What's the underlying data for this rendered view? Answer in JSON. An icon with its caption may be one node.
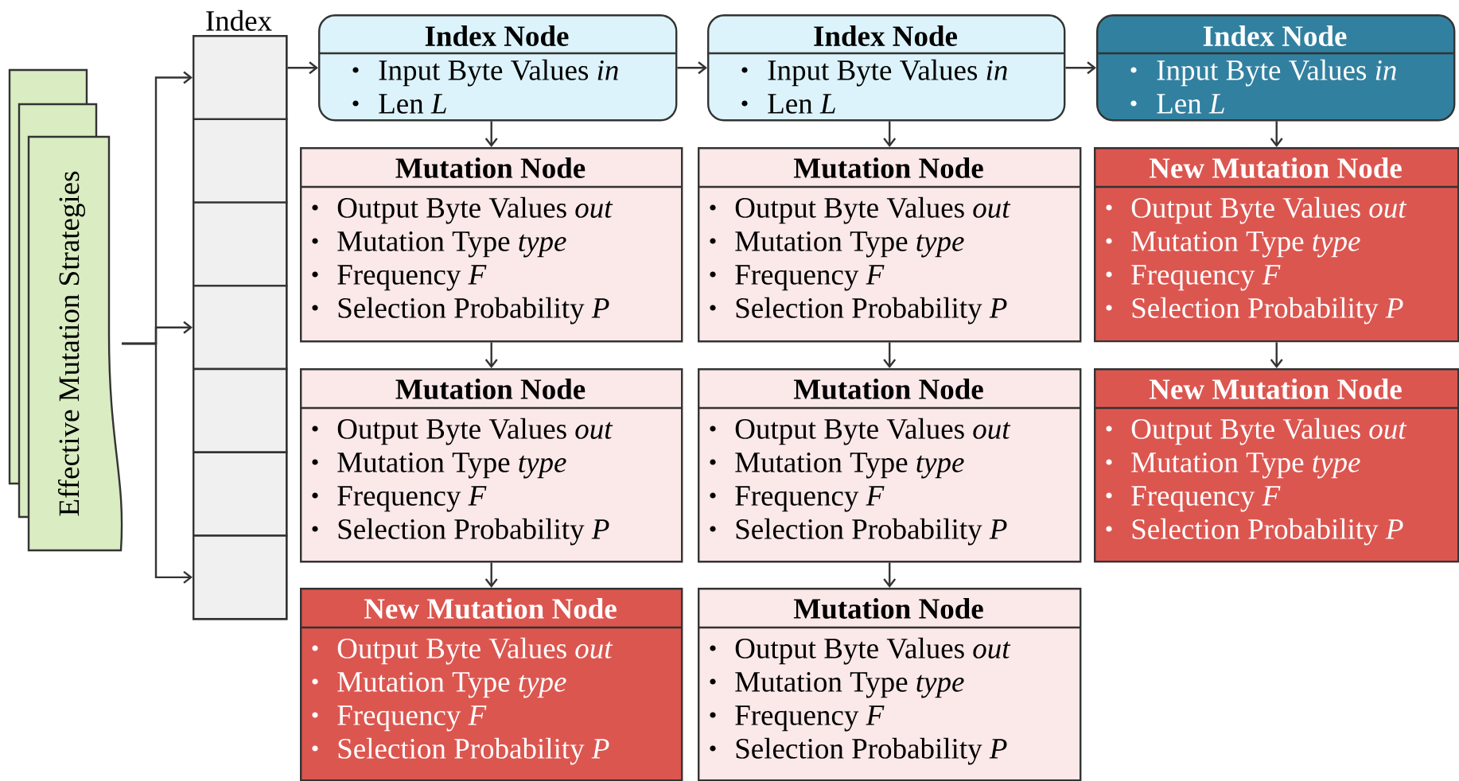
{
  "diagram": {
    "nodes": [
      {
        "text": [
          "Effective Mutation Strategies"
        ]
      },
      {
        "text": [
          "Index"
        ]
      },
      {
        "text": [],
        "shape": "box",
        "in": 1
      },
      {
        "text": [],
        "shape": "box",
        "in": 1
      },
      {
        "text": [],
        "shape": "box",
        "in": 1
      },
      {
        "text": [],
        "shape": "box",
        "in": 1
      },
      {
        "text": [],
        "shape": "box",
        "in": 1
      },
      {
        "text": [],
        "shape": "box",
        "in": 1
      },
      {
        "text": [],
        "shape": "box",
        "in": 1
      },
      {
        "text": [
          "Index Node",
          "Input Byte Values *in*",
          "Len *L*"
        ]
      },
      {
        "text": [
          "Mutation Node",
          "Output Byte Values *out*",
          "Mutation Type *type*",
          "Frequency *F*",
          "Selection Probability *P*"
        ]
      },
      {
        "text": [
          "Mutation Node",
          "Output Byte Values *out*",
          "Mutation Type *type*",
          "Frequency *F*",
          "Selection Probability *P*"
        ]
      },
      {
        "text": [
          "New Mutation Node",
          "Output Byte Values *out*",
          "Mutation Type *type*",
          "Frequency *F*",
          "Selection Probability *P*"
        ]
      },
      {
        "text": [
          "Index Node",
          "Input Byte Values *in*",
          "Len *L*"
        ]
      },
      {
        "text": [
          "Mutation Node",
          "Output Byte Values *out*",
          "Mutation Type *type*",
          "Frequency *F*",
          "Selection Probability *P*"
        ]
      },
      {
        "text": [
          "Mutation Node",
          "Output Byte Values *out*",
          "Mutation Type *type*",
          "Frequency *F*",
          "Selection Probability *P*"
        ]
      },
      {
        "text": [
          "Mutation Node",
          "Output Byte Values *out*",
          "Mutation Type *type*",
          "Frequency *F*",
          "Selection Probability *P*"
        ]
      },
      {
        "text": [
          "Index Node",
          "Input Byte Values *in*",
          "Len *L*"
        ]
      },
      {
        "text": [
          "New Mutation Node",
          "Output Byte Values *out*",
          "Mutation Type *type*",
          "Frequency *F*",
          "Selection Probability *P*"
        ]
      },
      {
        "text": [
          "New Mutation Node",
          "Output Byte Values *out*",
          "Mutation Type *type*",
          "Frequency *F*",
          "Selection Probability *P*"
        ]
      }
    ],
    "edges": [
      {
        "from": 0,
        "to": 2,
        "arrow": "to"
      },
      {
        "from": 0,
        "to": 5,
        "arrow": "to"
      },
      {
        "from": 0,
        "to": 8,
        "arrow": "to"
      },
      {
        "from": 2,
        "to": 9,
        "arrow": "to"
      },
      {
        "from": 9,
        "to": 13,
        "arrow": "to"
      },
      {
        "from": 13,
        "to": 17,
        "arrow": "to"
      },
      {
        "from": 9,
        "to": 10,
        "arrow": "to"
      },
      {
        "from": 10,
        "to": 11,
        "arrow": "to"
      },
      {
        "from": 11,
        "to": 12,
        "arrow": "to"
      },
      {
        "from": 13,
        "to": 14,
        "arrow": "to"
      },
      {
        "from": 14,
        "to": 15,
        "arrow": "to"
      },
      {
        "from": 15,
        "to": 16,
        "arrow": "to"
      },
      {
        "from": 17,
        "to": 18,
        "arrow": "to"
      },
      {
        "from": 18,
        "to": 19,
        "arrow": "to"
      }
    ]
  }
}
